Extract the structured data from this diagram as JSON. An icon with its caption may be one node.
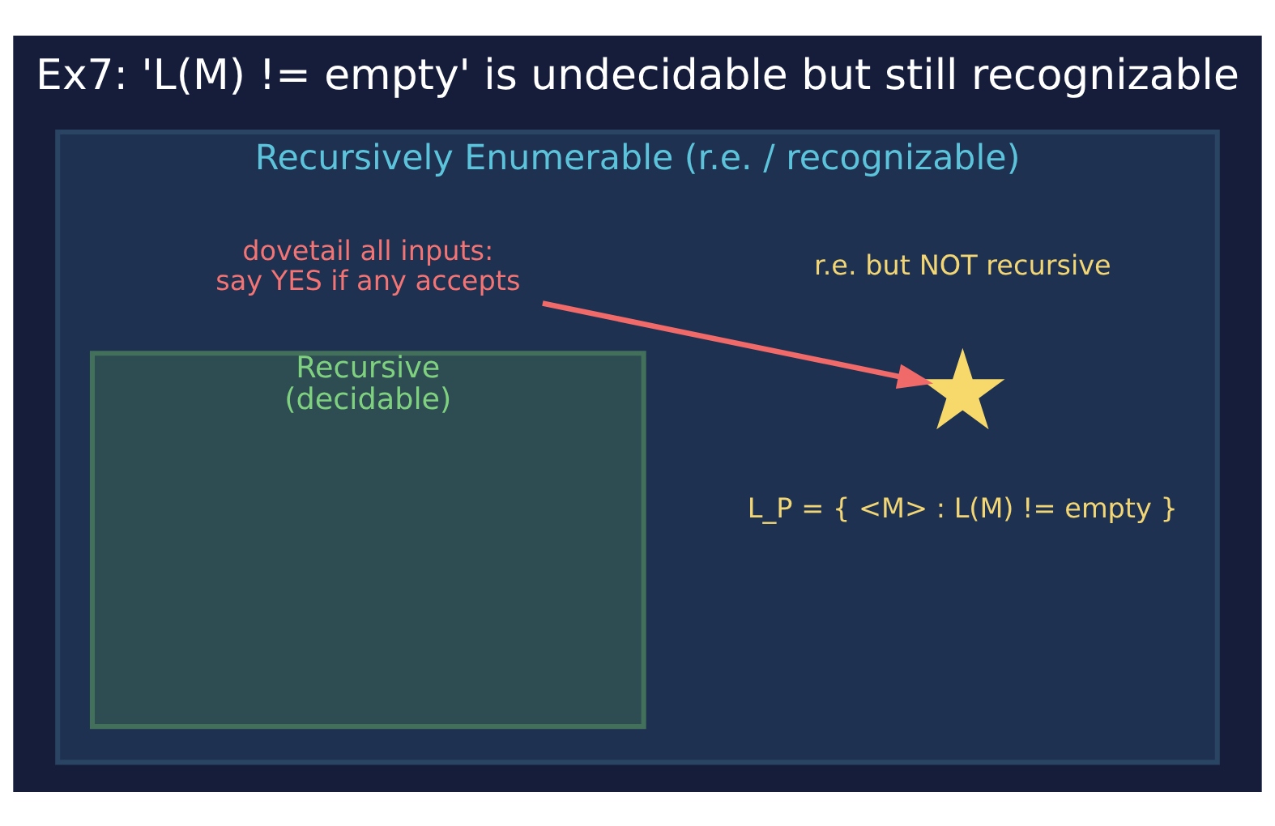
{
  "diagram": {
    "title": "Ex7: 'L(M) != empty' is undecidable but still recognizable",
    "nodes": [
      {
        "text": [
          "Recursively Enumerable (r.e. / recognizable)"
        ]
      },
      {
        "text": [
          "Recursive (decidable)"
        ],
        "in": 0
      },
      {
        "text": [
          "dovetail all inputs: say YES if any accepts"
        ],
        "in": 0
      },
      {
        "text": [],
        "shape": "star",
        "in": 0,
        "beside": [
          "r.e. but NOT recursive",
          "L_P = { <M> : L(M) != empty }"
        ]
      }
    ],
    "edges": [
      {
        "from": 2,
        "to": 3,
        "arrow": "to",
        "color": "#f06a6a"
      }
    ]
  }
}
